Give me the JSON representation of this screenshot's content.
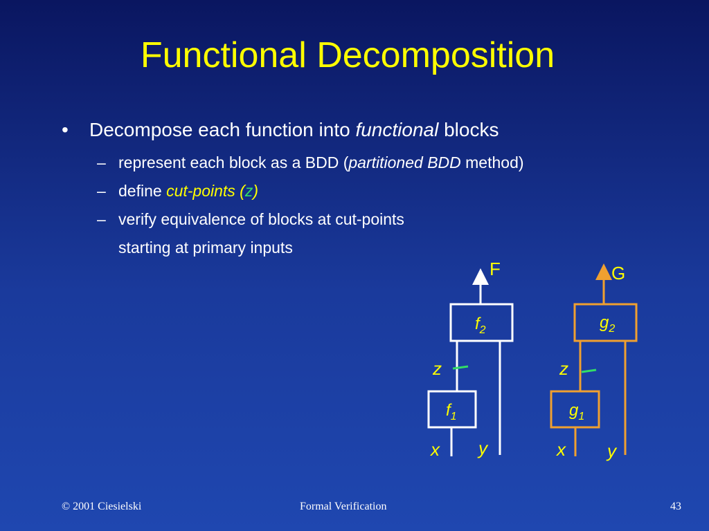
{
  "slide": {
    "title": "Functional Decomposition",
    "bullet1": {
      "bullet_symbol": "•",
      "text_before": "Decompose each function into ",
      "italic": "functional",
      "text_after": " blocks"
    },
    "sub1": {
      "dash": "–",
      "text_before": "represent each block as  a BDD (",
      "italic": "partitioned BDD",
      "text_after": " method)"
    },
    "sub2": {
      "dash": "–",
      "text_before": "define ",
      "italic": "cut-points (",
      "z": "z",
      "italic_close": ")"
    },
    "sub3": {
      "dash": "–",
      "text": "verify equivalence of blocks at cut-points"
    },
    "sub3_cont": "starting at primary inputs"
  },
  "diagram": {
    "left": {
      "output_label": "F",
      "top_block": {
        "base": "f",
        "sub": "2"
      },
      "bottom_block": {
        "base": "f",
        "sub": "1"
      },
      "cut_label": "z",
      "input_x": "x",
      "input_y": "y",
      "color": "#ffffff"
    },
    "right": {
      "output_label": "G",
      "top_block": {
        "base": "g",
        "sub": "2"
      },
      "bottom_block": {
        "base": "g",
        "sub": "1"
      },
      "cut_label": "z",
      "input_x": "x",
      "input_y": "y",
      "color": "#f0a030"
    },
    "cut_marker_color": "#33dd66",
    "label_color": "#ffff00"
  },
  "footer": {
    "left": "© 2001 Ciesielski",
    "center": "Formal Verification",
    "page": "43"
  }
}
